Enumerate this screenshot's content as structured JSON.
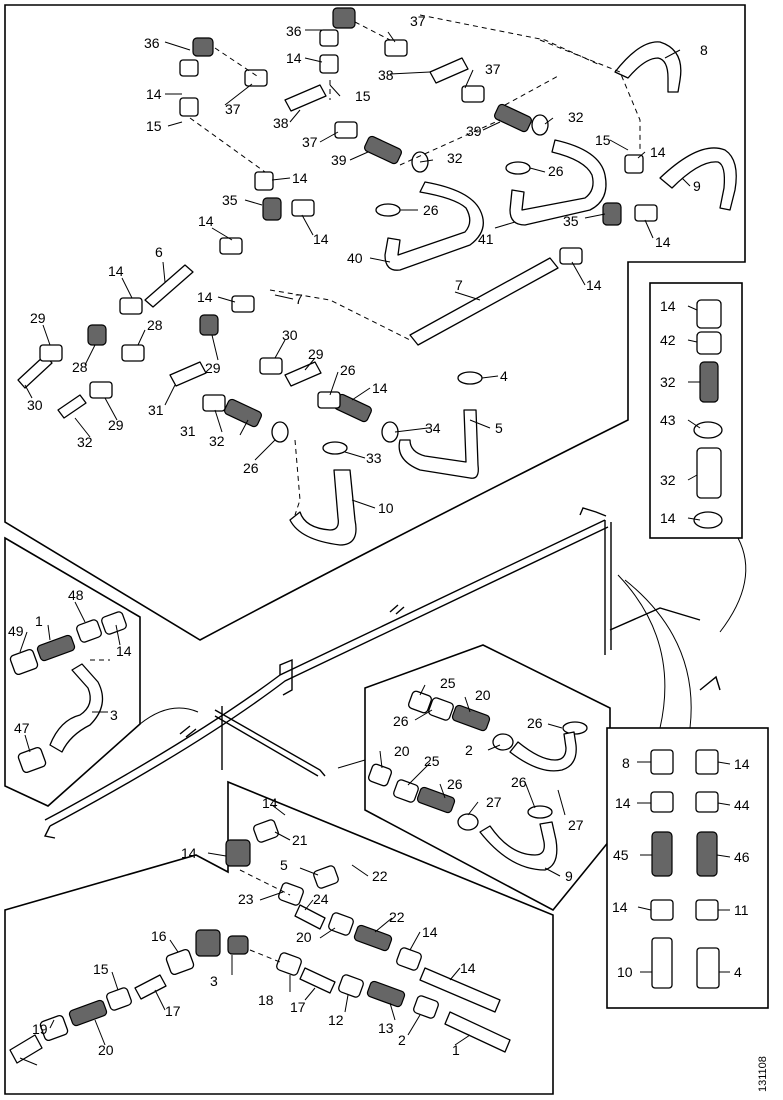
{
  "reference_code": "131108",
  "callouts": [
    {
      "id": "c1",
      "text": "36"
    },
    {
      "id": "c2",
      "text": "14"
    },
    {
      "id": "c3",
      "text": "37"
    },
    {
      "id": "c4",
      "text": "15"
    },
    {
      "id": "c5",
      "text": "36"
    },
    {
      "id": "c6",
      "text": "14"
    },
    {
      "id": "c7",
      "text": "37"
    },
    {
      "id": "c8",
      "text": "38"
    },
    {
      "id": "c9",
      "text": "15"
    },
    {
      "id": "c10",
      "text": "8"
    },
    {
      "id": "c11",
      "text": "38"
    },
    {
      "id": "c12",
      "text": "37"
    },
    {
      "id": "c13",
      "text": "37"
    },
    {
      "id": "c14",
      "text": "39"
    },
    {
      "id": "c15",
      "text": "32"
    },
    {
      "id": "c16",
      "text": "39"
    },
    {
      "id": "c17",
      "text": "32"
    },
    {
      "id": "c18",
      "text": "15"
    },
    {
      "id": "c19",
      "text": "14"
    },
    {
      "id": "c20",
      "text": "14"
    },
    {
      "id": "c21",
      "text": "26"
    },
    {
      "id": "c22",
      "text": "9"
    },
    {
      "id": "c23",
      "text": "35"
    },
    {
      "id": "c24",
      "text": "26"
    },
    {
      "id": "c25",
      "text": "14"
    },
    {
      "id": "c26",
      "text": "41"
    },
    {
      "id": "c27",
      "text": "35"
    },
    {
      "id": "c28",
      "text": "14"
    },
    {
      "id": "c29",
      "text": "40"
    },
    {
      "id": "c30",
      "text": "14"
    },
    {
      "id": "c31",
      "text": "6"
    },
    {
      "id": "c32",
      "text": "14"
    },
    {
      "id": "c33",
      "text": "7"
    },
    {
      "id": "c34",
      "text": "14"
    },
    {
      "id": "c35",
      "text": "14"
    },
    {
      "id": "c36",
      "text": "7"
    },
    {
      "id": "c37",
      "text": "29"
    },
    {
      "id": "c38",
      "text": "28"
    },
    {
      "id": "c39",
      "text": "28"
    },
    {
      "id": "c40",
      "text": "29"
    },
    {
      "id": "c41",
      "text": "30"
    },
    {
      "id": "c42",
      "text": "29"
    },
    {
      "id": "c43",
      "text": "26"
    },
    {
      "id": "c44",
      "text": "4"
    },
    {
      "id": "c45",
      "text": "30"
    },
    {
      "id": "c46",
      "text": "31"
    },
    {
      "id": "c47",
      "text": "14"
    },
    {
      "id": "c48",
      "text": "29"
    },
    {
      "id": "c49",
      "text": "31"
    },
    {
      "id": "c50",
      "text": "32"
    },
    {
      "id": "c51",
      "text": "34"
    },
    {
      "id": "c52",
      "text": "5"
    },
    {
      "id": "c53",
      "text": "32"
    },
    {
      "id": "c54",
      "text": "26"
    },
    {
      "id": "c55",
      "text": "33"
    },
    {
      "id": "c56",
      "text": "10"
    },
    {
      "id": "c57",
      "text": "14"
    },
    {
      "id": "c58",
      "text": "42"
    },
    {
      "id": "c59",
      "text": "32"
    },
    {
      "id": "c60",
      "text": "43"
    },
    {
      "id": "c61",
      "text": "32"
    },
    {
      "id": "c62",
      "text": "14"
    },
    {
      "id": "c63",
      "text": "48"
    },
    {
      "id": "c64",
      "text": "49"
    },
    {
      "id": "c65",
      "text": "1"
    },
    {
      "id": "c66",
      "text": "14"
    },
    {
      "id": "c67",
      "text": "47"
    },
    {
      "id": "c68",
      "text": "3"
    },
    {
      "id": "c69",
      "text": "25"
    },
    {
      "id": "c70",
      "text": "20"
    },
    {
      "id": "c71",
      "text": "26"
    },
    {
      "id": "c72",
      "text": "26"
    },
    {
      "id": "c73",
      "text": "2"
    },
    {
      "id": "c74",
      "text": "20"
    },
    {
      "id": "c75",
      "text": "25"
    },
    {
      "id": "c76",
      "text": "26"
    },
    {
      "id": "c77",
      "text": "26"
    },
    {
      "id": "c78",
      "text": "27"
    },
    {
      "id": "c79",
      "text": "27"
    },
    {
      "id": "c80",
      "text": "9"
    },
    {
      "id": "c81",
      "text": "8"
    },
    {
      "id": "c82",
      "text": "14"
    },
    {
      "id": "c83",
      "text": "14"
    },
    {
      "id": "c84",
      "text": "44"
    },
    {
      "id": "c85",
      "text": "45"
    },
    {
      "id": "c86",
      "text": "46"
    },
    {
      "id": "c87",
      "text": "14"
    },
    {
      "id": "c88",
      "text": "11"
    },
    {
      "id": "c89",
      "text": "10"
    },
    {
      "id": "c90",
      "text": "4"
    },
    {
      "id": "c91",
      "text": "14"
    },
    {
      "id": "c92",
      "text": "21"
    },
    {
      "id": "c93",
      "text": "14"
    },
    {
      "id": "c94",
      "text": "5"
    },
    {
      "id": "c95",
      "text": "22"
    },
    {
      "id": "c96",
      "text": "23"
    },
    {
      "id": "c97",
      "text": "24"
    },
    {
      "id": "c98",
      "text": "22"
    },
    {
      "id": "c99",
      "text": "20"
    },
    {
      "id": "c100",
      "text": "14"
    },
    {
      "id": "c101",
      "text": "16"
    },
    {
      "id": "c102",
      "text": "3"
    },
    {
      "id": "c103",
      "text": "14"
    },
    {
      "id": "c104",
      "text": "15"
    },
    {
      "id": "c105",
      "text": "17"
    },
    {
      "id": "c106",
      "text": "18"
    },
    {
      "id": "c107",
      "text": "17"
    },
    {
      "id": "c108",
      "text": "12"
    },
    {
      "id": "c109",
      "text": "19"
    },
    {
      "id": "c110",
      "text": "13"
    },
    {
      "id": "c111",
      "text": "20"
    },
    {
      "id": "c112",
      "text": "2"
    },
    {
      "id": "c113",
      "text": "1"
    }
  ]
}
